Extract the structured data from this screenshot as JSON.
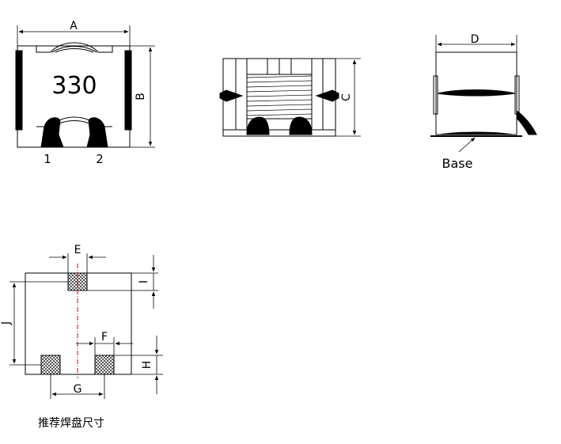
{
  "front_view": {
    "dim_a": "A",
    "dim_b": "B",
    "marking": "330",
    "pin1": "1",
    "pin2": "2"
  },
  "side_view": {
    "dim_c": "C"
  },
  "end_view": {
    "dim_d": "D",
    "base": "Base"
  },
  "pad_layout": {
    "dim_e": "E",
    "dim_f": "F",
    "dim_g": "G",
    "dim_h": "H",
    "dim_i": "I",
    "dim_j": "J",
    "caption": "推荐焊盘尺寸"
  },
  "colors": {
    "line": "#000000",
    "centerline": "#e00000"
  }
}
